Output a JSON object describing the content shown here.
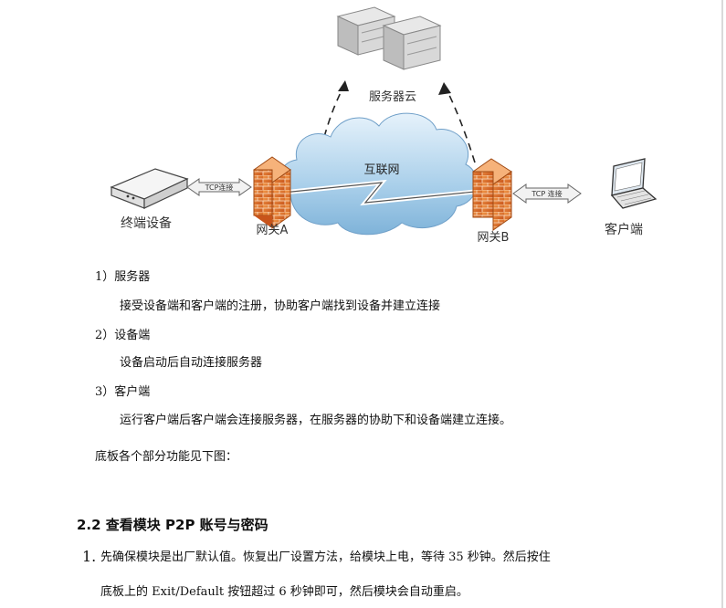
{
  "diagram": {
    "server_cloud_label": "服务器云",
    "internet_label": "互联网",
    "terminal_label": "终端设备",
    "gateway_a_label": "网关A",
    "gateway_b_label": "网关B",
    "client_label": "客户端",
    "tcp_left_label": "TCP连接",
    "tcp_right_label": "TCP 连接"
  },
  "items": [
    {
      "title": "1）服务器",
      "desc": "接受设备端和客户端的注册，协助客户端找到设备并建立连接"
    },
    {
      "title": "2）设备端",
      "desc": "设备启动后自动连接服务器"
    },
    {
      "title": "3）客户端",
      "desc": "运行客户端后客户端会连接服务器，在服务器的协助下和设备端建立连接。"
    }
  ],
  "board_text": "底板各个部分功能见下图：",
  "section_heading": "2.2 查看模块 P2P 账号与密码",
  "step": {
    "number": "1.",
    "line1": "先确保模块是出厂默认值。恢复出厂设置方法，给模块上电，等待 35 秒钟。然后按住",
    "line2": "底板上的 Exit/Default 按钮超过 6 秒钟即可，然后模块会自动重启。"
  }
}
